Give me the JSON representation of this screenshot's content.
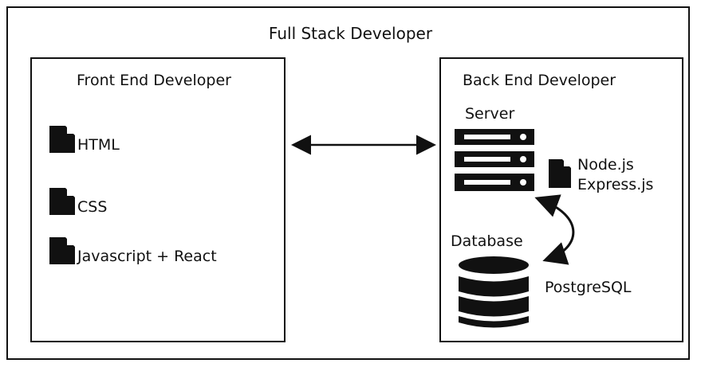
{
  "title": "Full Stack Developer",
  "frontend": {
    "title": "Front End Developer",
    "items": [
      {
        "label": "HTML",
        "icon": "document-icon"
      },
      {
        "label": "CSS",
        "icon": "document-icon"
      },
      {
        "label": "Javascript + React",
        "icon": "document-icon"
      }
    ]
  },
  "backend": {
    "title": "Back End Developer",
    "server": {
      "label": "Server",
      "icon": "server-icon",
      "tech": [
        "Node.js",
        "Express.js"
      ]
    },
    "database": {
      "label": "Database",
      "icon": "database-icon",
      "tech": "PostgreSQL"
    }
  },
  "colors": {
    "stroke": "#111111",
    "background": "#ffffff"
  }
}
